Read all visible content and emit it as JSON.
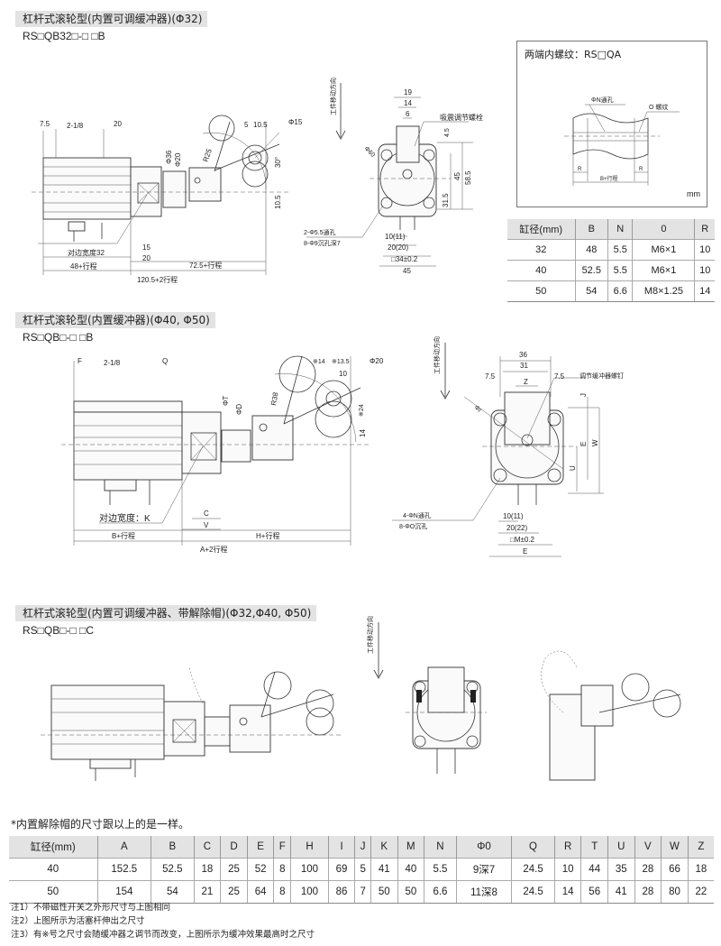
{
  "section1": {
    "title": "杠杆式滚轮型(内置可调缓冲器)(Φ32)",
    "model": "RS□QB32□-□ □B",
    "side_labels": [
      "7.5",
      "2-1/8",
      "20",
      "Φ36",
      "Φ20",
      "R25",
      "5",
      "10.5",
      "Φ15",
      "30°",
      "10.5",
      "对边宽度32",
      "15",
      "20",
      "48+行程",
      "72.5+行程",
      "120.5+2行程"
    ],
    "front_labels": [
      "工件移动方向",
      "19",
      "14",
      "6",
      "吸震调节螺栓",
      "Φ60",
      "4.5",
      "45",
      "58.5",
      "31.5",
      "2-Φ5.5通孔",
      "8-Φ9沉孔深7",
      "10(11)",
      "20(20)",
      "□34±0.2",
      "45"
    ]
  },
  "inset": {
    "title": "两端内螺纹：RS□QA",
    "hole_label": "ΦN通孔",
    "thread_label": "O 螺纹",
    "r_label": "R",
    "length_label": "B+行程",
    "unit": "mm"
  },
  "small_table": {
    "headers": [
      "缸径(mm)",
      "B",
      "N",
      "0",
      "R"
    ],
    "rows": [
      [
        "32",
        "48",
        "5.5",
        "M6×1",
        "10"
      ],
      [
        "40",
        "52.5",
        "5.5",
        "M6×1",
        "10"
      ],
      [
        "50",
        "54",
        "6.6",
        "M8×1.25",
        "14"
      ]
    ]
  },
  "section2": {
    "title": "杠杆式滚轮型(内置缓冲器)(Φ40, Φ50)",
    "model": "RS□QB□-□ □B",
    "side_labels": [
      "F",
      "2-1/8",
      "Q",
      "ΦT",
      "ΦD",
      "R38",
      "※14",
      "※13.5",
      "10",
      "Φ20",
      "※24",
      "14",
      "对边宽度：K",
      "C",
      "V",
      "B+行程",
      "H+行程",
      "A+2行程"
    ],
    "front_labels": [
      "工件移动方向",
      "36",
      "31",
      "7.5",
      "7.5",
      "Z",
      "调节缓冲器螺钉",
      "J",
      "E",
      "W",
      "U",
      "ΦI",
      "4-ΦN通孔",
      "8-ΦO沉孔",
      "10(11)",
      "20(22)",
      "□M±0.2",
      "E"
    ]
  },
  "section3": {
    "title": "杠杆式滚轮型(内置可调缓冲器、带解除帽)(Φ32,Φ40, Φ50)",
    "model": "RS□QB□-□ □C",
    "direction_label": "工件移动方向"
  },
  "big_table": {
    "note": "*内置解除帽的尺寸跟以上的是一样。",
    "headers": [
      "缸径(mm)",
      "A",
      "B",
      "C",
      "D",
      "E",
      "F",
      "H",
      "I",
      "J",
      "K",
      "M",
      "N",
      "Φ0",
      "Q",
      "R",
      "T",
      "U",
      "V",
      "W",
      "Z"
    ],
    "rows": [
      [
        "40",
        "152.5",
        "52.5",
        "18",
        "25",
        "52",
        "8",
        "100",
        "69",
        "5",
        "41",
        "40",
        "5.5",
        "9深7",
        "24.5",
        "10",
        "44",
        "35",
        "28",
        "66",
        "18"
      ],
      [
        "50",
        "154",
        "54",
        "21",
        "25",
        "64",
        "8",
        "100",
        "86",
        "7",
        "50",
        "50",
        "6.6",
        "11深8",
        "24.5",
        "14",
        "56",
        "41",
        "28",
        "80",
        "22"
      ]
    ]
  },
  "notes": [
    "注1）不带磁性开关之外形尺寸与上图相同",
    "注2）上图所示为活塞杆伸出之尺寸",
    "注3）有※号之尺寸会随缓冲器之调节而改变，上图所示为缓冲效果最高时之尺寸"
  ]
}
